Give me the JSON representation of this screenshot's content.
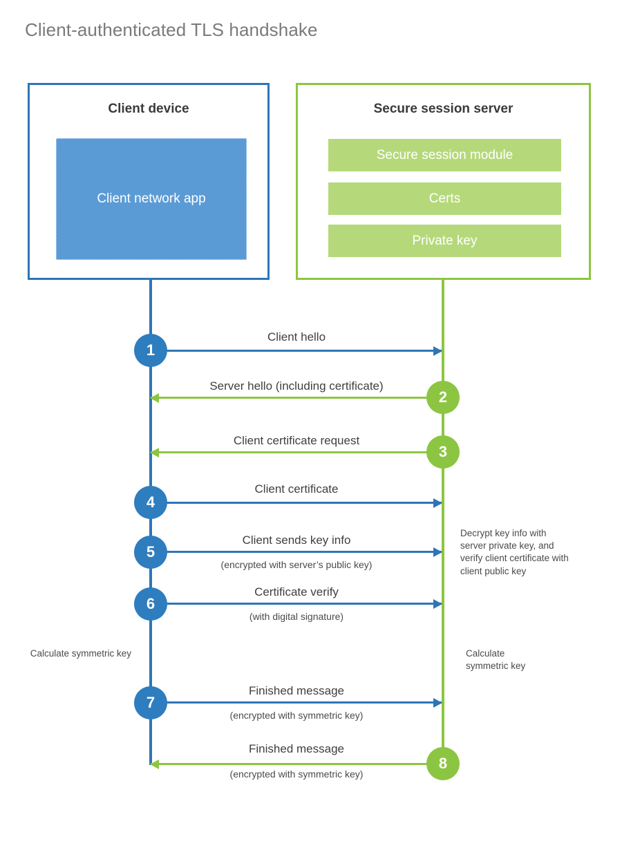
{
  "title": "Client-authenticated TLS handshake",
  "colors": {
    "client_blue": "#2E75B6",
    "client_app_fill": "#5B9BD5",
    "server_green": "#8CC63F",
    "server_bar_fill": "#B5D97A",
    "circle_blue": "#2E7DBF",
    "circle_green": "#8CC542",
    "title_gray": "#7a7a7a",
    "text_gray": "#3f3f3f"
  },
  "parties": {
    "client": {
      "title": "Client device",
      "app_label": "Client network app"
    },
    "server": {
      "title": "Secure session server",
      "modules": [
        "Secure session module",
        "Certs",
        "Private key"
      ]
    }
  },
  "steps": [
    {
      "number": "1",
      "label": "Client hello",
      "sub": "",
      "from": "client",
      "side": "blue"
    },
    {
      "number": "2",
      "label": "Server hello (including certificate)",
      "sub": "",
      "from": "server",
      "side": "green"
    },
    {
      "number": "3",
      "label": "Client certificate request",
      "sub": "",
      "from": "server",
      "side": "green"
    },
    {
      "number": "4",
      "label": "Client certificate",
      "sub": "",
      "from": "client",
      "side": "blue"
    },
    {
      "number": "5",
      "label": "Client sends key info",
      "sub": "(encrypted with server’s public key)",
      "from": "client",
      "side": "blue"
    },
    {
      "number": "6",
      "label": "Certificate verify",
      "sub": "(with digital signature)",
      "from": "client",
      "side": "blue"
    },
    {
      "number": "7",
      "label": "Finished message",
      "sub": "(encrypted with symmetric key)",
      "from": "client",
      "side": "blue"
    },
    {
      "number": "8",
      "label": "Finished message",
      "sub": "(encrypted with symmetric key)",
      "from": "server",
      "side": "green"
    }
  ],
  "notes": {
    "server_decrypt": "Decrypt key info with server private key, and verify client certificate with client public key",
    "client_calc": "Calculate symmetric key",
    "server_calc": "Calculate symmetric key"
  }
}
